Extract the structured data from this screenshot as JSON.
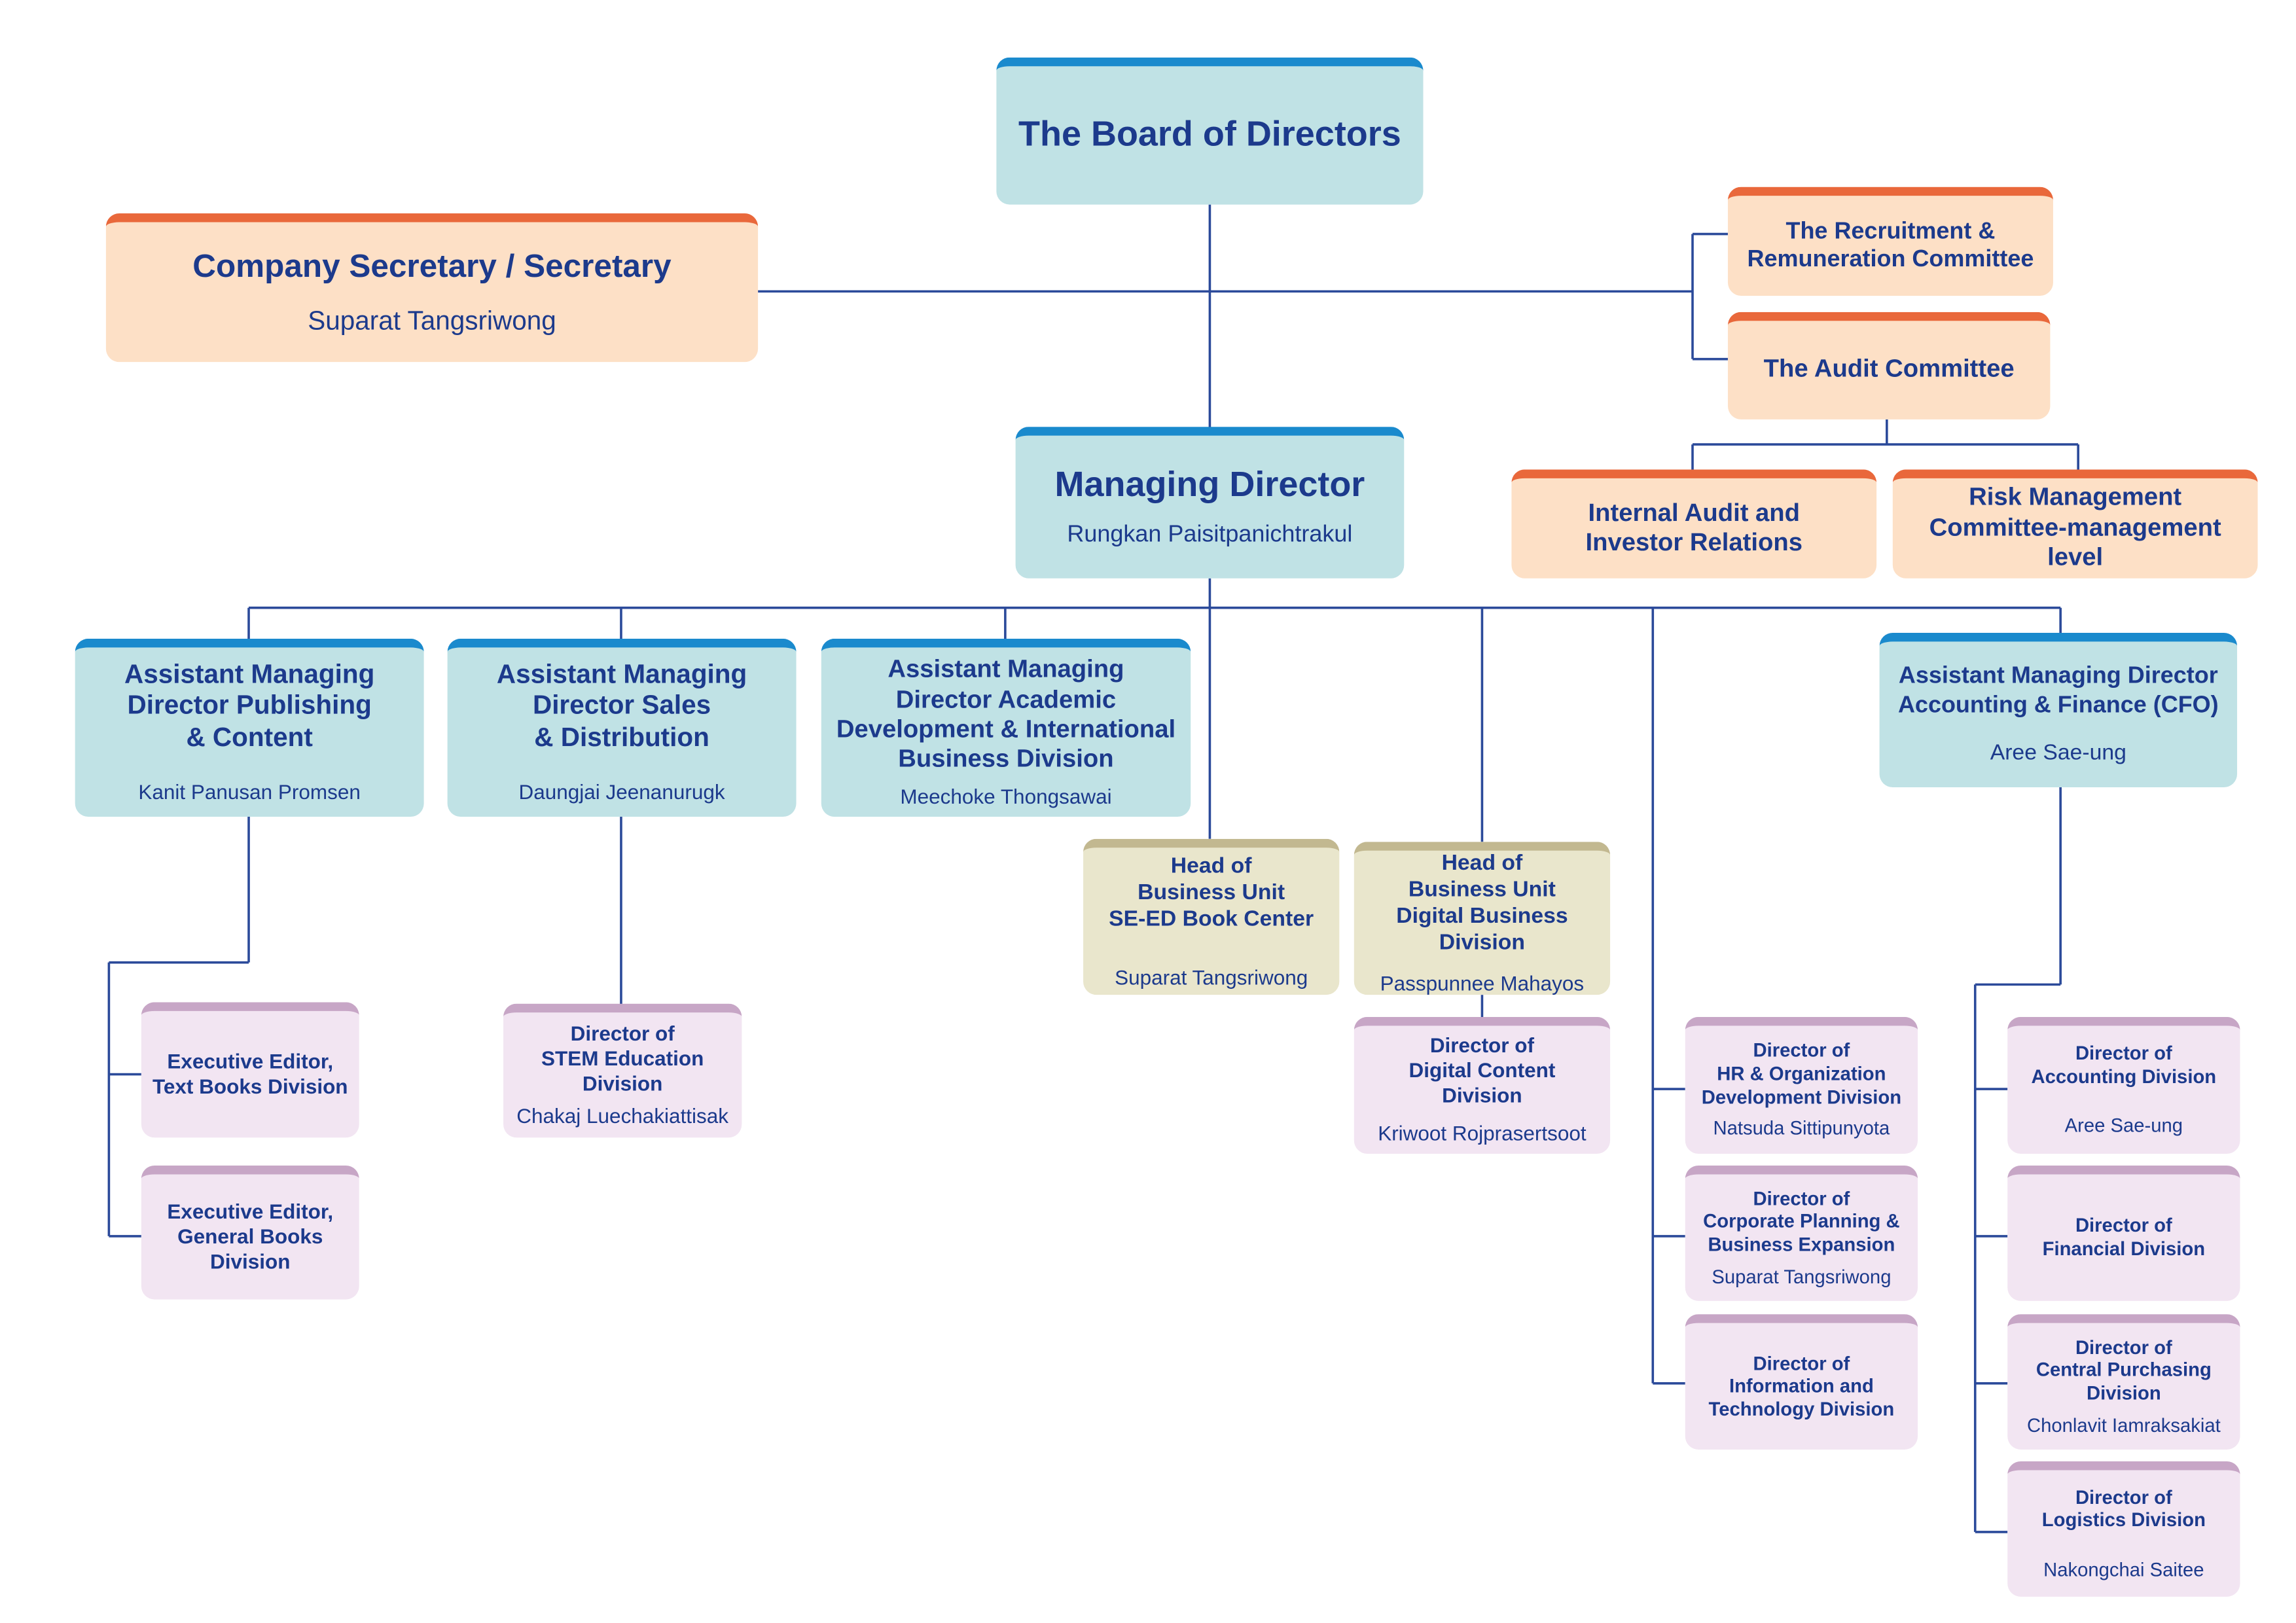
{
  "board": {
    "title": "The Board of Directors"
  },
  "secretary": {
    "title": "Company Secretary / Secretary",
    "name": "Suparat Tangsriwong"
  },
  "recruitment": {
    "title": "The Recruitment &\nRemuneration Committee"
  },
  "audit": {
    "title": "The Audit Committee"
  },
  "internal_audit": {
    "title": "Internal Audit and\nInvestor Relations"
  },
  "risk": {
    "title": "Risk Management\nCommittee-management level"
  },
  "md": {
    "title": "Managing Director",
    "name": "Rungkan Paisitpanichtrakul"
  },
  "amd_publishing": {
    "title": "Assistant Managing\nDirector Publishing\n& Content",
    "name": "Kanit Panusan Promsen"
  },
  "amd_sales": {
    "title": "Assistant Managing\nDirector Sales\n& Distribution",
    "name": "Daungjai Jeenanurugk"
  },
  "amd_academic": {
    "title": "Assistant Managing\nDirector Academic\nDevelopment & International\nBusiness Division",
    "name": "Meechoke Thongsawai"
  },
  "amd_cfo": {
    "title": "Assistant Managing Director\nAccounting & Finance (CFO)",
    "name": "Aree Sae-ung"
  },
  "bu_book": {
    "title": "Head of\nBusiness Unit\nSE-ED Book Center",
    "name": "Suparat Tangsriwong"
  },
  "bu_digital": {
    "title": "Head of\nBusiness Unit\nDigital Business\nDivision",
    "name": "Passpunnee Mahayos"
  },
  "ed_textbooks": {
    "title": "Executive Editor,\nText Books Division"
  },
  "ed_general": {
    "title": "Executive Editor,\nGeneral Books\nDivision"
  },
  "dir_stem": {
    "title": "Director of\nSTEM Education\nDivision",
    "name": "Chakaj Luechakiattisak"
  },
  "dir_digital_content": {
    "title": "Director of\nDigital Content\nDivision",
    "name": "Kriwoot Rojprasertsoot"
  },
  "dir_hr": {
    "title": "Director of\nHR & Organization\nDevelopment Division",
    "name": "Natsuda Sittipunyota"
  },
  "dir_corp": {
    "title": "Director of\nCorporate Planning &\nBusiness Expansion",
    "name": "Suparat Tangsriwong"
  },
  "dir_it": {
    "title": "Director of\nInformation and\nTechnology Division"
  },
  "dir_accounting": {
    "title": "Director of\nAccounting Division",
    "name": "Aree Sae-ung"
  },
  "dir_financial": {
    "title": "Director of\nFinancial Division"
  },
  "dir_purchasing": {
    "title": "Director of\nCentral Purchasing\nDivision",
    "name": "Chonlavit Iamraksakiat"
  },
  "dir_logistics": {
    "title": "Director of\nLogistics Division",
    "name": "Nakongchai Saitee"
  },
  "colors": {
    "teal_fill": "#c0e2e5",
    "teal_top": "#1a8acd",
    "peach_fill": "#fde0c6",
    "peach_top": "#e9683b",
    "khaki_fill": "#e9e6cc",
    "khaki_top": "#c2b890",
    "lilac_fill": "#f2e5f2",
    "lilac_top": "#c7a6c6",
    "text": "#1c3a8c",
    "connector": "#2b4a9a"
  }
}
